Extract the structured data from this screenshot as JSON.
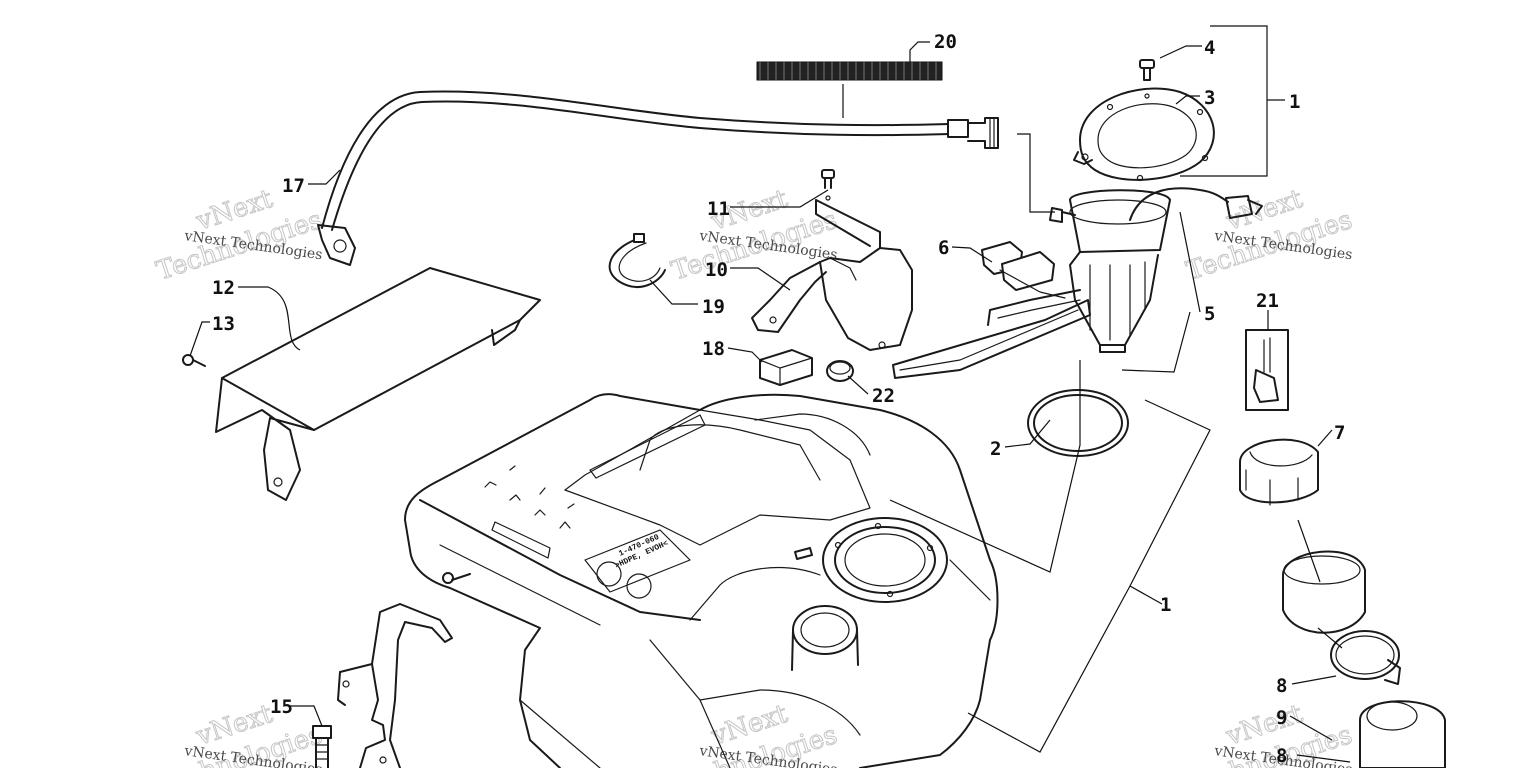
{
  "diagram": {
    "callouts": [
      "20",
      "4",
      "3",
      "1",
      "17",
      "11",
      "6",
      "10",
      "19",
      "12",
      "13",
      "21",
      "5",
      "18",
      "22",
      "2",
      "7",
      "1",
      "8",
      "15",
      "9",
      "8"
    ],
    "watermark": {
      "line1": "vNext Technologies",
      "line2": "vNext",
      "line3": "Technologies"
    },
    "tank_label": {
      "line1": "1-470-060",
      "line2": ">HDPE, EVOH<"
    }
  }
}
